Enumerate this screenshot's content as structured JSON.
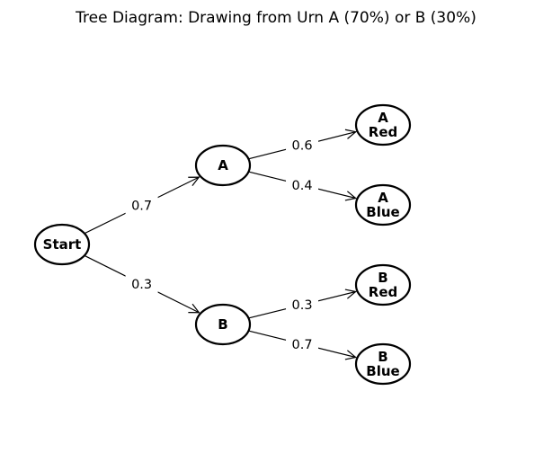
{
  "title": "Tree Diagram: Drawing from Urn A (70%) or B (30%)",
  "nodes": [
    {
      "id": "start",
      "lines": [
        "Start"
      ]
    },
    {
      "id": "a",
      "lines": [
        "A"
      ]
    },
    {
      "id": "b",
      "lines": [
        "B"
      ]
    },
    {
      "id": "a-red",
      "lines": [
        "A",
        "Red"
      ]
    },
    {
      "id": "a-blue",
      "lines": [
        "A",
        "Blue"
      ]
    },
    {
      "id": "b-red",
      "lines": [
        "B",
        "Red"
      ]
    },
    {
      "id": "b-blue",
      "lines": [
        "B",
        "Blue"
      ]
    }
  ],
  "edges": [
    {
      "from": "start",
      "to": "a",
      "label": "0.7"
    },
    {
      "from": "start",
      "to": "b",
      "label": "0.3"
    },
    {
      "from": "a",
      "to": "a-red",
      "label": "0.6"
    },
    {
      "from": "a",
      "to": "a-blue",
      "label": "0.4"
    },
    {
      "from": "b",
      "to": "b-red",
      "label": "0.3"
    },
    {
      "from": "b",
      "to": "b-blue",
      "label": "0.7"
    }
  ],
  "colors": {
    "stroke": "#000000",
    "fill": "#ffffff",
    "text": "#000000"
  }
}
